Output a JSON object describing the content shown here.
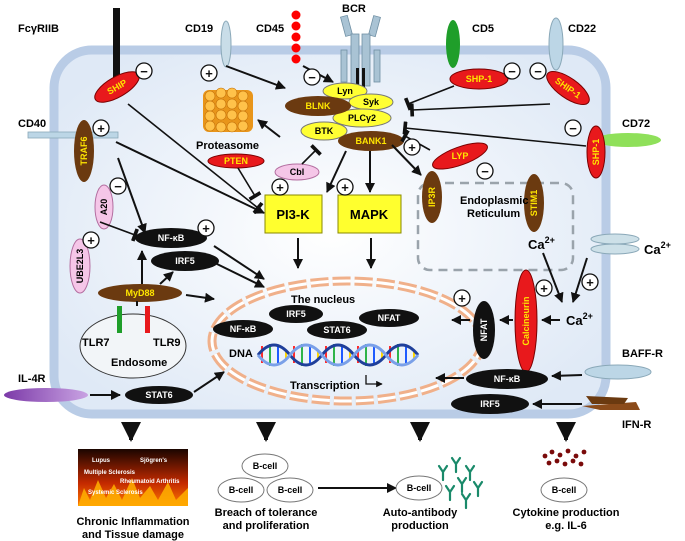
{
  "receptors": {
    "fcgr": "FcγRIIB",
    "cd19": "CD19",
    "cd45": "CD45",
    "bcr": "BCR",
    "cd5": "CD5",
    "cd22": "CD22",
    "cd40": "CD40",
    "cd72": "CD72",
    "ca_channel": "Ca",
    "ca_sup": "2+",
    "baffr": "BAFF-R",
    "ifnr": "IFN-R",
    "il4r": "IL-4R"
  },
  "molecules": {
    "ship_fc": "SHIP",
    "ship_cd22": "SHIP-1",
    "shp1_cd5": "SHP-1",
    "shp1_cd72": "SHP-1",
    "traf6": "TRAF6",
    "a20": "A20",
    "ube2l3": "UBE2L3",
    "myd88": "MyD88",
    "lyn": "Lyn",
    "syk": "Syk",
    "plcg2": "PLCγ2",
    "blnk": "BLNK",
    "btk": "BTK",
    "bank1": "BANK1",
    "pten": "PTEN",
    "cbl": "Cbl",
    "lyp": "LYP",
    "ip3r": "IP3R",
    "stim1": "STIM1",
    "pi3k": "PI3-K",
    "mapk": "MAPK",
    "nfkb": "NF-κB",
    "irf5": "IRF5",
    "stat6": "STAT6",
    "nfat": "NFAT",
    "calcineurin": "Calcineurin",
    "nfkb_right": "NF-κB",
    "irf5_right": "IRF5"
  },
  "structures": {
    "proteasome": "Proteasome",
    "er_line1": "Endoplasmic",
    "er_line2": "Reticulum",
    "ca_er": "Ca",
    "ca_cyto": "Ca",
    "ca_sup": "2+",
    "tlr7": "TLR7",
    "tlr9": "TLR9",
    "endosome": "Endosome"
  },
  "nucleus": {
    "title": "The nucleus",
    "nfkb": "NF-κB",
    "irf5": "IRF5",
    "stat6": "STAT6",
    "nfat": "NFAT",
    "dna": "DNA",
    "transcription": "Transcription"
  },
  "signs": {
    "plus": "+",
    "minus": "−"
  },
  "outcomes": {
    "chronic": {
      "line1": "Chronic Inflammation",
      "line2": "and Tissue damage",
      "image_words": [
        "Lupus",
        "Sjögren's",
        "Multiple Sclerosis",
        "Rheumatoid Arthritis",
        "Systemic Sclerosis"
      ]
    },
    "breach": {
      "line1": "Breach of tolerance",
      "line2": "and proliferation",
      "cell": "B-cell"
    },
    "autoab": {
      "line1": "Auto-antibody",
      "line2": "production",
      "cell": "B-cell"
    },
    "cytokine": {
      "line1": "Cytokine production",
      "line2": "e.g. IL-6",
      "cell": "B-cell"
    }
  },
  "colors": {
    "membrane": "#b9cce6",
    "cytoplasm": "#eaf1fa",
    "red_adapter": "#e8191c",
    "brown_adapter": "#6b3a10",
    "yellow_kinase": "#ffff33",
    "pink_ligand": "#f5c6e8",
    "receptor_blue": "#bcd6e6",
    "receptor_green": "#1f9e2a",
    "pi3k_box": "#ffff2e",
    "nucleus_border": "#f0b08a"
  }
}
